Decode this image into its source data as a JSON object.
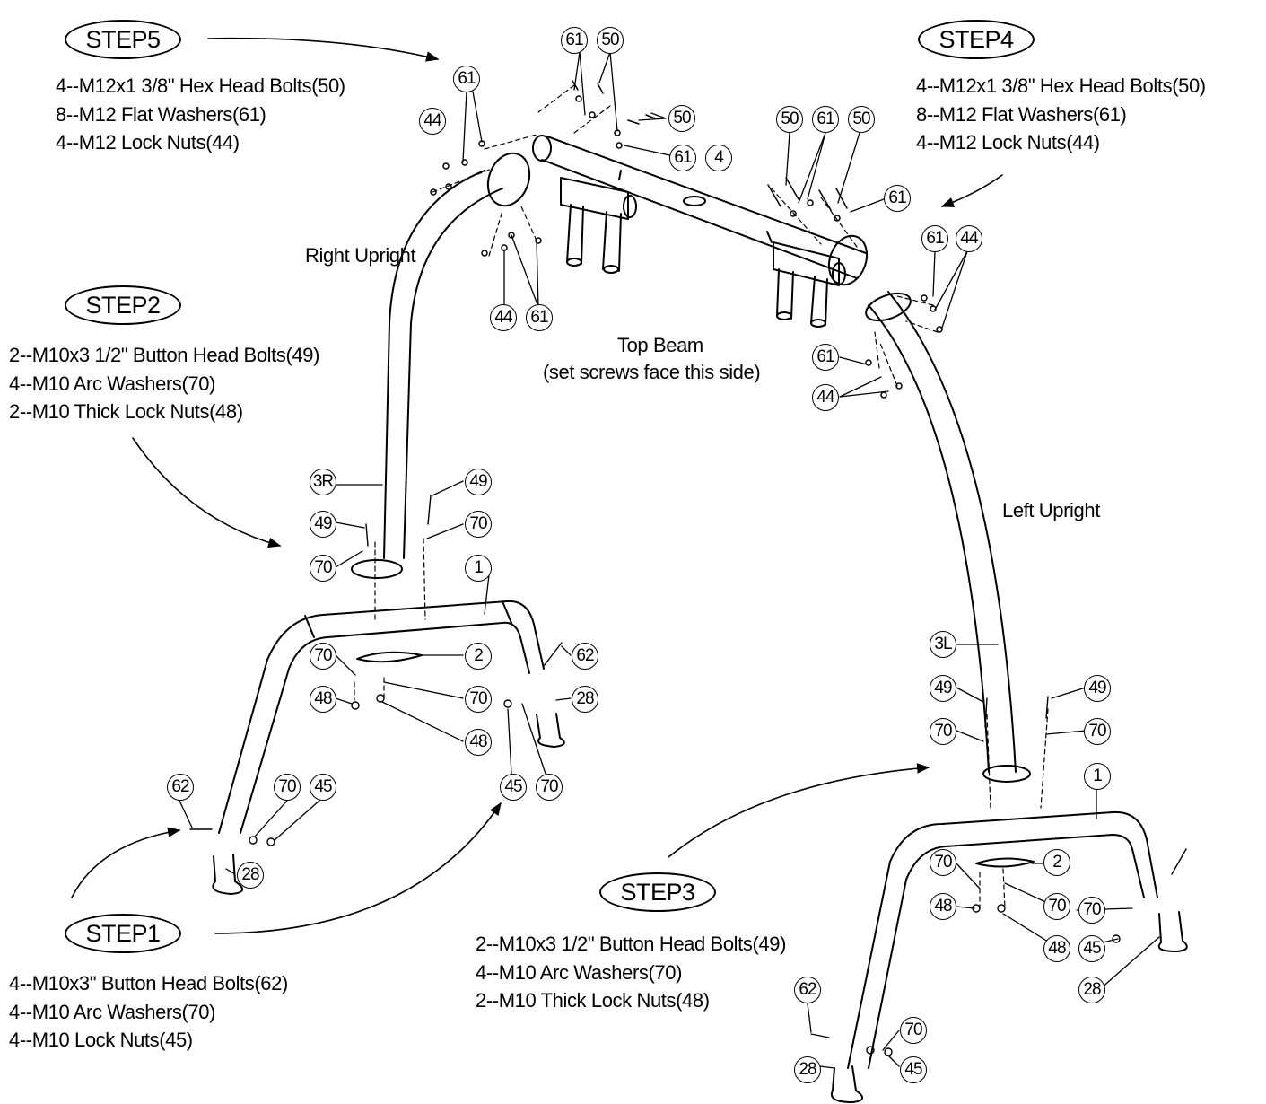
{
  "steps": [
    {
      "title": "STEP5",
      "lines": [
        "4--M12x1 3/8\"  Hex Head  Bolts(50)",
        "8--M12 Flat Washers(61)",
        "4--M12 Lock Nuts(44)"
      ]
    },
    {
      "title": "STEP4",
      "lines": [
        "4--M12x1 3/8\"  Hex Head  Bolts(50)",
        "8--M12 Flat Washers(61)",
        "4--M12 Lock Nuts(44)"
      ]
    },
    {
      "title": "STEP2",
      "lines": [
        "2--M10x3 1/2\"  Button Head  Bolts(49)",
        "4--M10 Arc Washers(70)",
        "2--M10 Thick Lock Nuts(48)"
      ]
    },
    {
      "title": "STEP3",
      "lines": [
        "2--M10x3 1/2\"  Button Head  Bolts(49)",
        "4--M10 Arc Washers(70)",
        "2--M10 Thick Lock Nuts(48)"
      ]
    },
    {
      "title": "STEP1",
      "lines": [
        "4--M10x3\"  Button Head  Bolts(62)",
        "4--M10 Arc Washers(70)",
        "4--M10 Lock Nuts(45)"
      ]
    }
  ],
  "labels": {
    "right_upright": "Right Upright",
    "left_upright": "Left Upright",
    "top_beam": "Top Beam",
    "top_beam_note": "(set screws face this side)"
  },
  "callouts": [
    "61",
    "50",
    "61",
    "44",
    "50",
    "61",
    "4",
    "50",
    "61",
    "50",
    "61",
    "61",
    "44",
    "44",
    "61",
    "61",
    "44",
    "3R",
    "49",
    "49",
    "70",
    "70",
    "1",
    "70",
    "2",
    "62",
    "48",
    "70",
    "28",
    "48",
    "45",
    "70",
    "62",
    "70",
    "45",
    "28",
    "3L",
    "49",
    "49",
    "70",
    "70",
    "1",
    "70",
    "2",
    "48",
    "70",
    "70",
    "48",
    "45",
    "28",
    "62",
    "70",
    "28",
    "45"
  ]
}
